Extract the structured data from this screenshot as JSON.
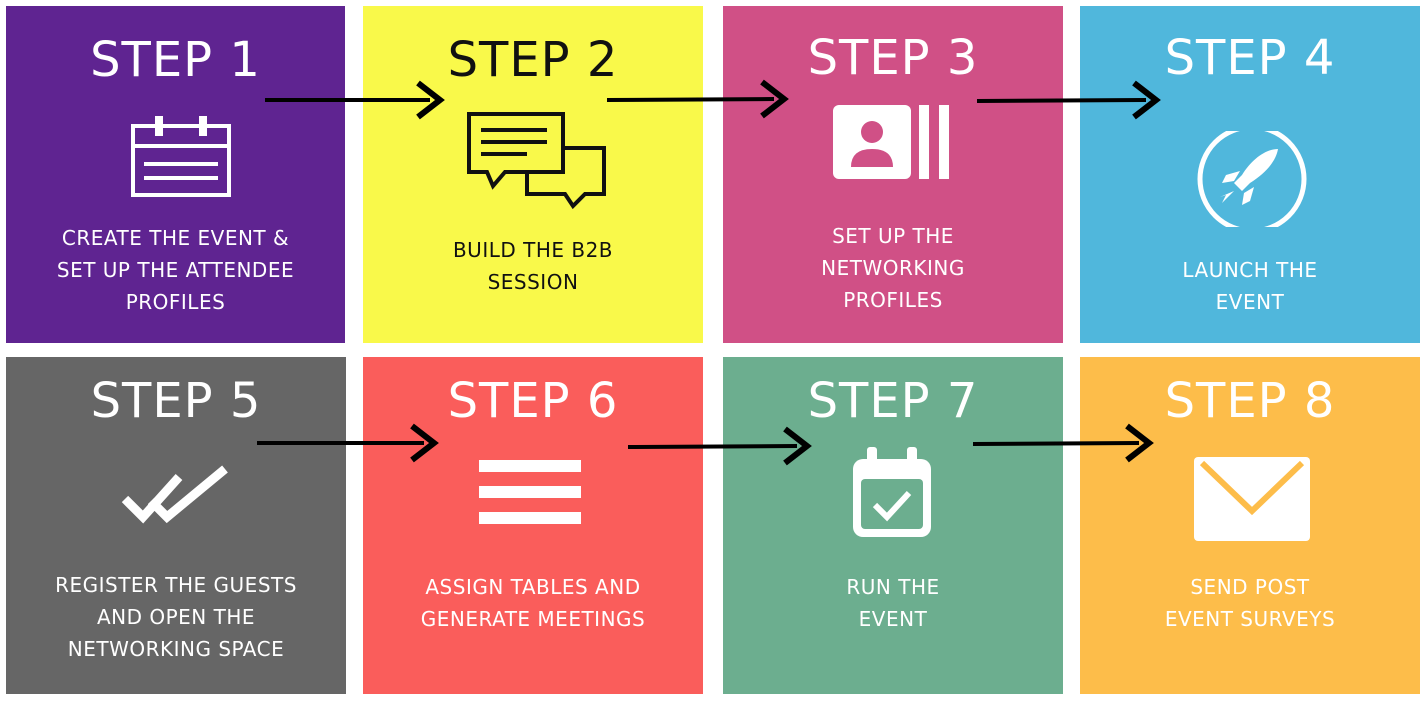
{
  "steps": [
    {
      "title": "STEP 1",
      "desc": "CREATE THE EVENT &\nSET UP THE ATTENDEE\nPROFILES",
      "color": "#5f2491",
      "icon": "calendar-icon"
    },
    {
      "title": "STEP 2",
      "desc": "BUILD THE B2B\nSESSION",
      "color": "#f9f94a",
      "icon": "chat-bubbles-icon"
    },
    {
      "title": "STEP 3",
      "desc": "SET UP THE\nNETWORKING\nPROFILES",
      "color": "#d05086",
      "icon": "profile-card-icon"
    },
    {
      "title": "STEP 4",
      "desc": "LAUNCH THE\nEVENT",
      "color": "#50b7dc",
      "icon": "rocket-icon"
    },
    {
      "title": "STEP 5",
      "desc": "REGISTER THE GUESTS\nAND OPEN THE\nNETWORKING SPACE",
      "color": "#666666",
      "icon": "double-check-icon"
    },
    {
      "title": "STEP 6",
      "desc": "ASSIGN TABLES AND\nGENERATE MEETINGS",
      "color": "#fa5d5b",
      "icon": "list-icon"
    },
    {
      "title": "STEP 7",
      "desc": "RUN THE\nEVENT",
      "color": "#6cae8f",
      "icon": "calendar-check-icon"
    },
    {
      "title": "STEP 8",
      "desc": "SEND POST\nEVENT SURVEYS",
      "color": "#fdbd4a",
      "icon": "envelope-icon"
    }
  ]
}
